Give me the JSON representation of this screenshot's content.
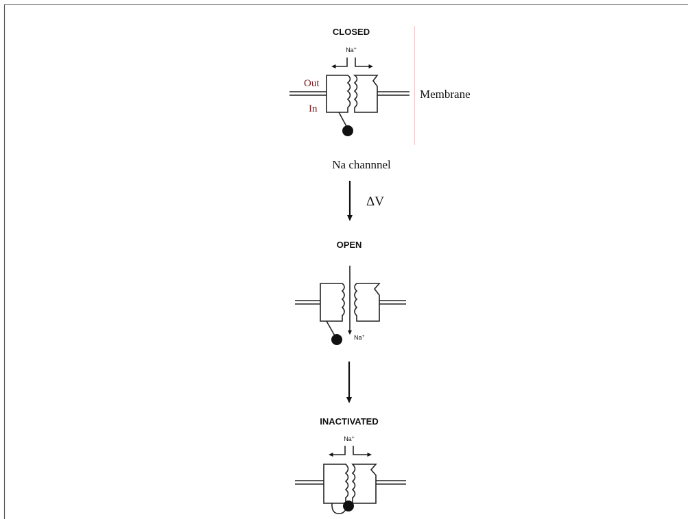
{
  "states": [
    {
      "title": "CLOSED",
      "ion": "Na",
      "ion_charge": "+"
    },
    {
      "title": "OPEN",
      "ion": "Na",
      "ion_charge": "+"
    },
    {
      "title": "INACTIVATED",
      "ion": "Na",
      "ion_charge": "+"
    }
  ],
  "labels": {
    "out": "Out",
    "in": "In",
    "membrane": "Membrane",
    "channel": "Na channnel",
    "delta_v": "ΔV"
  },
  "colors": {
    "side_label": "#7a1a1a",
    "divider": "#f2c6cc",
    "frame": "#9a9a9a",
    "stroke": "#222222"
  }
}
